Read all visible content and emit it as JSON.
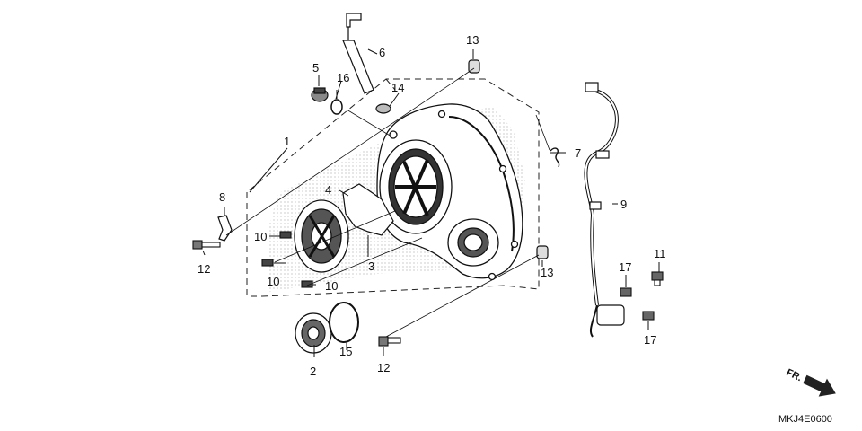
{
  "diagram": {
    "callouts": [
      {
        "id": "c1",
        "label": "1"
      },
      {
        "id": "c2",
        "label": "2"
      },
      {
        "id": "c3",
        "label": "3"
      },
      {
        "id": "c4",
        "label": "4"
      },
      {
        "id": "c5",
        "label": "5"
      },
      {
        "id": "c6",
        "label": "6"
      },
      {
        "id": "c7",
        "label": "7"
      },
      {
        "id": "c8",
        "label": "8"
      },
      {
        "id": "c9",
        "label": "9"
      },
      {
        "id": "c10a",
        "label": "10"
      },
      {
        "id": "c10b",
        "label": "10"
      },
      {
        "id": "c10c",
        "label": "10"
      },
      {
        "id": "c11",
        "label": "11"
      },
      {
        "id": "c12a",
        "label": "12"
      },
      {
        "id": "c12b",
        "label": "12"
      },
      {
        "id": "c13a",
        "label": "13"
      },
      {
        "id": "c13b",
        "label": "13"
      },
      {
        "id": "c14",
        "label": "14"
      },
      {
        "id": "c15",
        "label": "15"
      },
      {
        "id": "c16",
        "label": "16"
      },
      {
        "id": "c17a",
        "label": "17"
      },
      {
        "id": "c17b",
        "label": "17"
      }
    ],
    "direction_label": "FR.",
    "drawing_code": "MKJ4E0600"
  }
}
